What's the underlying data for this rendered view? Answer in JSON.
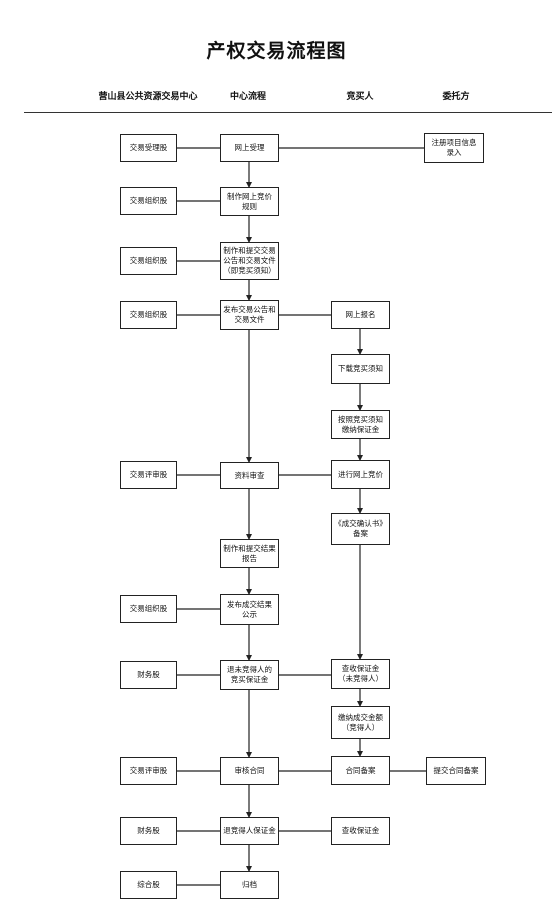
{
  "title": "产权交易流程图",
  "lanes": [
    "营山县公共资源交易中心",
    "中心流程",
    "竞买人",
    "委托方"
  ],
  "nodes": {
    "dept_accept": "交易受理股",
    "online_accept": "网上受理",
    "register_info": "注册项目信息\n录入",
    "dept_org1": "交易组织股",
    "make_rules": "制作网上竞价\n规则",
    "dept_org2": "交易组织股",
    "make_announce": "制作和提交交易\n公告和交易文件\n（即竞买须知）",
    "dept_org3": "交易组织股",
    "publish_announce": "发布交易公告和\n交易文件",
    "online_signup": "网上报名",
    "download_notice": "下载竞买须知",
    "pay_deposit": "按照竞买须知\n缴纳保证金",
    "dept_review1": "交易评审股",
    "material_review": "资料审查",
    "online_bid": "进行网上竞价",
    "confirm_record": "《成交确认书》\n备案",
    "make_result": "制作和提交结果\n报告",
    "dept_org4": "交易组织股",
    "publish_result": "发布成交结果\n公示",
    "dept_finance1": "财务股",
    "refund_losers": "退未竞得人的\n竞买保证金",
    "check_deposit_losers": "查收保证金\n（未竞得人）",
    "pay_price": "缴纳成交金额\n（竞得人）",
    "dept_review2": "交易评审股",
    "review_contract": "审核合同",
    "contract_record": "合同备案",
    "submit_contract": "提交合同备案",
    "dept_finance2": "财务股",
    "refund_winner": "退竞得人保证金",
    "check_deposit": "查收保证金",
    "dept_general": "综合股",
    "archive": "归档"
  }
}
